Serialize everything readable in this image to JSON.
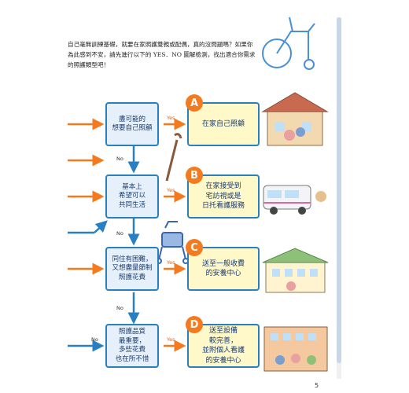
{
  "intro": {
    "text": "自己毫無訓練基礎，就要在家照護雙親或配偶，真的沒問題嗎？如果你為此感到不安，請先進行以下的 YES．NO 圖解檢測，找出適合你需求的照護類型吧！"
  },
  "questions": [
    {
      "label": "盡可能的\n想要自己照顧"
    },
    {
      "label": "基本上\n希望可以\n共同生活"
    },
    {
      "label": "同住有困難，\n又想盡量節制\n照護花費"
    },
    {
      "label": "照護品質\n最重要，\n多些花費\n也在所不惜"
    }
  ],
  "results": [
    {
      "letter": "A",
      "label": "在家自己照顧"
    },
    {
      "letter": "B",
      "label": "在家接受到\n宅訪視或是\n日托看護服務"
    },
    {
      "letter": "C",
      "label": "送至一般收費\n的安養中心"
    },
    {
      "letter": "D",
      "label": "送至設備\n較完善，\n並附個人看護\n的安養中心"
    }
  ],
  "labels": {
    "yes": "Yes",
    "no": "No"
  },
  "page_number": "5",
  "colors": {
    "arrow_orange": "#f47a20",
    "arrow_blue": "#2a7fc1",
    "question_fill": "#e6f0fa",
    "result_fill": "#fff8c9"
  }
}
